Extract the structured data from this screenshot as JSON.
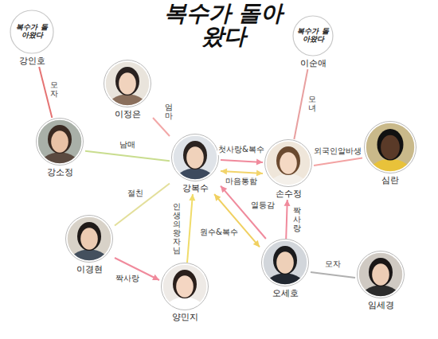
{
  "diagram": {
    "title": "복수가 돌아왔다",
    "nodes": [
      {
        "text": [
          "복수가 돌아왔다",
          "강인호"
        ]
      },
      {
        "text": [
          "복수가 돌아왔다",
          "이순애"
        ]
      },
      {
        "text": [
          "이정은"
        ]
      },
      {
        "text": [
          "강소정"
        ]
      },
      {
        "text": [
          "심란"
        ]
      },
      {
        "text": [
          "강복수"
        ]
      },
      {
        "text": [
          "손수정"
        ]
      },
      {
        "text": [
          "이경현"
        ]
      },
      {
        "text": [
          "오세호"
        ]
      },
      {
        "text": [
          "임세경"
        ]
      },
      {
        "text": [
          "양민지"
        ]
      }
    ],
    "edges": [
      {
        "from": 0,
        "to": 3,
        "label": "모자",
        "arrow": "none"
      },
      {
        "from": 2,
        "to": 5,
        "label": "엄마",
        "arrow": "none"
      },
      {
        "from": 3,
        "to": 5,
        "label": "남매",
        "arrow": "none"
      },
      {
        "from": 5,
        "to": 6,
        "label": "첫사랑&복수",
        "arrow": "to"
      },
      {
        "from": 6,
        "to": 5,
        "label": "마음통함",
        "arrow": "both"
      },
      {
        "from": 1,
        "to": 6,
        "label": "모녀",
        "arrow": "none"
      },
      {
        "from": 6,
        "to": 4,
        "label": "외국인알바생",
        "arrow": "none"
      },
      {
        "from": 5,
        "to": 7,
        "label": "절친",
        "arrow": "none"
      },
      {
        "from": 7,
        "to": 10,
        "label": "짝사랑",
        "arrow": "to"
      },
      {
        "from": 10,
        "to": 5,
        "label": "인생의 왕자님",
        "arrow": "to"
      },
      {
        "from": 8,
        "to": 6,
        "label": "짝사랑",
        "arrow": "to"
      },
      {
        "from": 8,
        "to": 5,
        "label": "열등감",
        "arrow": "to"
      },
      {
        "from": 5,
        "to": 8,
        "label": "원수&복수",
        "arrow": "both"
      },
      {
        "from": 8,
        "to": 9,
        "label": "모자",
        "arrow": "none"
      }
    ]
  }
}
